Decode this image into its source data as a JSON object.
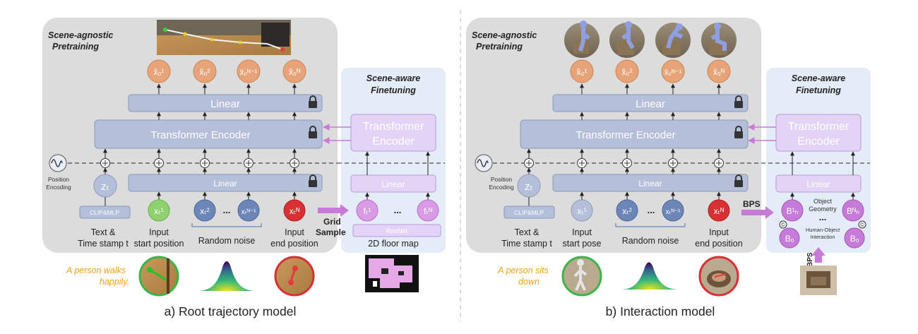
{
  "colors": {
    "panel_gray": "#dcdcdc",
    "panel_blue": "#e4edf7",
    "block_blue": "#b4bfd9",
    "block_purple": "#e3d4f7",
    "orange_node": "#e8a479",
    "green_node": "#8fd16f",
    "blue_node": "#6d86b8",
    "red_node": "#d93034",
    "purple_node": "#c77bd8",
    "arrow_purple": "#c87ad8",
    "caption_orange": "#f0a020"
  },
  "left": {
    "pretrain_title_1": "Scene-agnostic",
    "pretrain_title_2": "Pretraining",
    "finetune_title_1": "Scene-aware",
    "finetune_title_2": "Finetuning",
    "outputs": [
      "x̂₀¹",
      "x̂₀²",
      "x̂₀ᴺ⁻¹",
      "x̂₀ᴺ"
    ],
    "linear_top": "Linear",
    "transformer": "Transformer Encoder",
    "position_encoding_1": "Position",
    "position_encoding_2": "Encoding",
    "zt": "zₜ",
    "linear_bottom": "Linear",
    "clip_mlp": "CLIP&MLP",
    "inputs": [
      "xₜ¹",
      "xₜ²",
      "xₜᴺ⁻¹",
      "xₜᴺ"
    ],
    "dots": "...",
    "label_text_1": "Text &",
    "label_text_2": "Time stamp t",
    "label_input_1": "Input",
    "label_input_2": "start position",
    "label_noise": "Random noise",
    "label_end_1": "Input",
    "label_end_2": "end position",
    "grid_1": "Grid",
    "grid_2": "Sample",
    "ft_transformer_1": "Transformer",
    "ft_transformer_2": "Encoder",
    "ft_linear": "Linear",
    "ft_f1": "fₜ¹",
    "ft_fn": "fₜᴺ",
    "ft_dots": "...",
    "resnet": "ResNet",
    "floor_map": "2D floor map",
    "caption_1": "A person walks",
    "caption_2": "happily.",
    "title": "a) Root trajectory model"
  },
  "right": {
    "pretrain_title_1": "Scene-agnostic",
    "pretrain_title_2": "Pretraining",
    "finetune_title_1": "Scene-aware",
    "finetune_title_2": "Finetuning",
    "outputs": [
      "x̂₀¹",
      "x̂₀²",
      "x̂₀ᴺ⁻¹",
      "x̂₀ᴺ"
    ],
    "linear_top": "Linear",
    "transformer": "Transformer Encoder",
    "position_encoding_1": "Position",
    "position_encoding_2": "Encoding",
    "zt": "zₜ",
    "linear_bottom": "Linear",
    "clip_mlp": "CLIP&MLP",
    "inputs": [
      "xₜ¹",
      "xₜ²",
      "xₜᴺ⁻¹",
      "xₜᴺ"
    ],
    "dots": "...",
    "label_text_1": "Text &",
    "label_text_2": "Time stamp t",
    "label_input_1": "Input",
    "label_input_2": "start pose",
    "label_noise": "Random noise",
    "label_end_1": "Input",
    "label_end_2": "end position",
    "bps": "BPS",
    "bps_vertical": "BPS",
    "ft_transformer_1": "Transformer",
    "ft_transformer_2": "Encoder",
    "ft_linear": "Linear",
    "bh1": "B¹ₕ",
    "bhn": "Bᴺₕ",
    "bo": "Bₒ",
    "ft_dots": "...",
    "concat": "©",
    "obj_geo_1": "Object",
    "obj_geo_2": "Geometry",
    "hoi_1": "Human-Object",
    "hoi_2": "Interaction",
    "caption_1": "A person sits",
    "caption_2": "down",
    "title": "b) Interaction model"
  }
}
